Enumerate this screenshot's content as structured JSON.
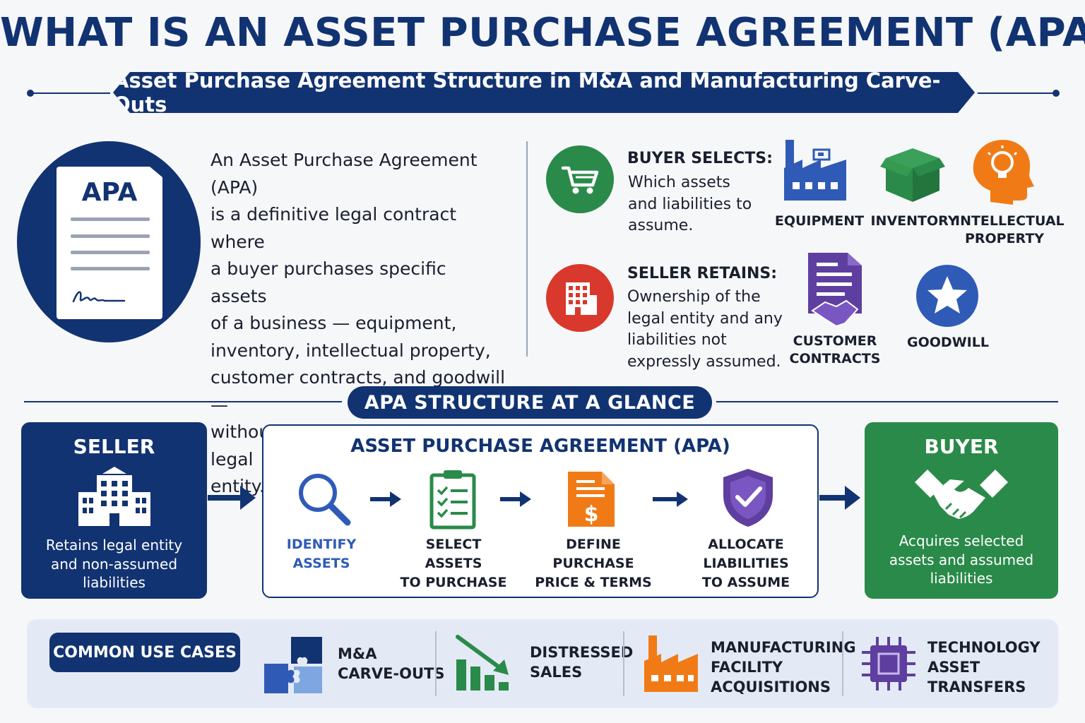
{
  "header": {
    "title": "WHAT IS AN ASSET PURCHASE AGREEMENT (APA)?",
    "subtitle": "Asset Purchase Agreement Structure in M&A and Manufacturing Carve-Outs"
  },
  "intro": {
    "doc_label": "APA",
    "lines": [
      "An Asset Purchase Agreement (APA)",
      "is a definitive legal contract where",
      "a buyer purchases specific assets",
      "of a business — equipment,",
      "inventory, intellectual property,",
      "customer contracts, and goodwill —",
      "without acquiring the seller’s legal",
      "entity."
    ]
  },
  "buyer_selects": {
    "heading": "BUYER SELECTS:",
    "lines": [
      "Which assets",
      "and liabilities to",
      "assume."
    ]
  },
  "seller_retains": {
    "heading": "SELLER RETAINS:",
    "lines": [
      "Ownership of the",
      "legal entity and any",
      "liabilities not",
      "expressly assumed."
    ]
  },
  "assets": [
    {
      "lines": [
        "EQUIPMENT"
      ],
      "icon": "factory-icon",
      "color": "#2f5bb7"
    },
    {
      "lines": [
        "INVENTORY"
      ],
      "icon": "box-icon",
      "color": "#2a8a49"
    },
    {
      "lines": [
        "INTELLECTUAL",
        "PROPERTY"
      ],
      "icon": "idea-head-icon",
      "color": "#f07b16"
    },
    {
      "lines": [
        "CUSTOMER",
        "CONTRACTS"
      ],
      "icon": "contract-handshake-icon",
      "color": "#5e3fa0"
    },
    {
      "lines": [
        "GOODWILL"
      ],
      "icon": "star-icon",
      "color": "#2f5bb7"
    }
  ],
  "glance": {
    "heading": "APA STRUCTURE AT A GLANCE",
    "seller": {
      "title": "SELLER",
      "lines": [
        "Retains legal entity",
        "and non-assumed",
        "liabilities"
      ]
    },
    "apa_title": "ASSET PURCHASE AGREEMENT (APA)",
    "steps": [
      {
        "lines": [
          "IDENTIFY",
          "ASSETS"
        ],
        "icon": "magnifier-icon",
        "color": "#2f5bb7"
      },
      {
        "lines": [
          "SELECT ASSETS",
          "TO PURCHASE"
        ],
        "icon": "checklist-icon",
        "color": "#2a8a49"
      },
      {
        "lines": [
          "DEFINE PURCHASE",
          "PRICE & TERMS"
        ],
        "icon": "price-document-icon",
        "color": "#f07b16"
      },
      {
        "lines": [
          "ALLOCATE LIABILITIES",
          "TO ASSUME"
        ],
        "icon": "shield-check-icon",
        "color": "#5e3fa0"
      }
    ],
    "buyer": {
      "title": "BUYER",
      "lines": [
        "Acquires selected",
        "assets and assumed",
        "liabilities"
      ]
    }
  },
  "use_cases": {
    "heading": "COMMON USE CASES",
    "items": [
      {
        "lines": [
          "M&A",
          "CARVE-OUTS"
        ],
        "icon": "puzzle-icon"
      },
      {
        "lines": [
          "DISTRESSED",
          "SALES"
        ],
        "icon": "declining-chart-icon"
      },
      {
        "lines": [
          "MANUFACTURING",
          "FACILITY",
          "ACQUISITIONS"
        ],
        "icon": "factory-icon"
      },
      {
        "lines": [
          "TECHNOLOGY",
          "ASSET",
          "TRANSFERS"
        ],
        "icon": "chip-icon"
      }
    ]
  },
  "colors": {
    "navy": "#123372",
    "green": "#2a8a49",
    "red": "#d9382c",
    "orange": "#f07b16",
    "purple": "#5e3fa0",
    "blue": "#2f5bb7"
  }
}
